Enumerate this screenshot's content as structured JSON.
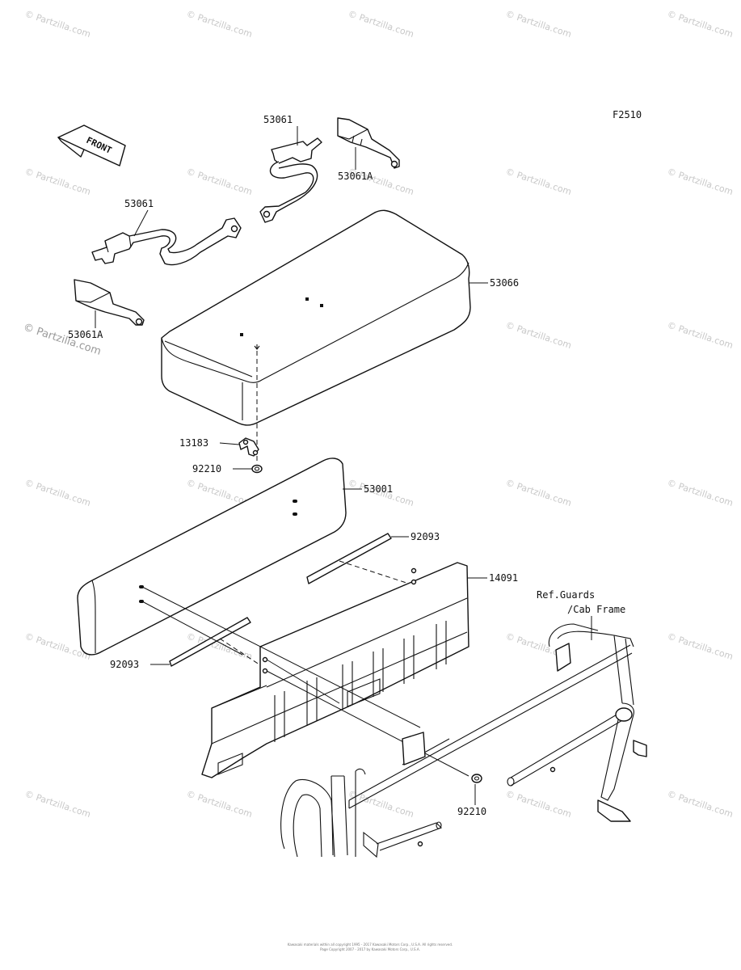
{
  "figure_code": "F2510",
  "front_label": "FRONT",
  "part_labels": {
    "p53061_top": "53061",
    "p53061a_top": "53061A",
    "p53061_left": "53061",
    "p53061a_left": "53061A",
    "p53066": "53066",
    "p13183": "13183",
    "p92210_top": "92210",
    "p53001": "53001",
    "p92093_right": "92093",
    "p14091": "14091",
    "p92093_left": "92093",
    "p92210_bottom": "92210"
  },
  "reference_note": {
    "line1": "Ref.Guards",
    "line2": "/Cab Frame"
  },
  "watermark": {
    "text": "© Partzilla.com",
    "side_text": "© Partzilla.com"
  },
  "footer": {
    "line1": "Kawasaki materials within all copyright 1995 - 2017 Kawasaki Motors Corp., U.S.A. All rights reserved.",
    "line2": "Page Copyright 2007 - 2017 by Kawasaki Motors Corp., U.S.A."
  }
}
